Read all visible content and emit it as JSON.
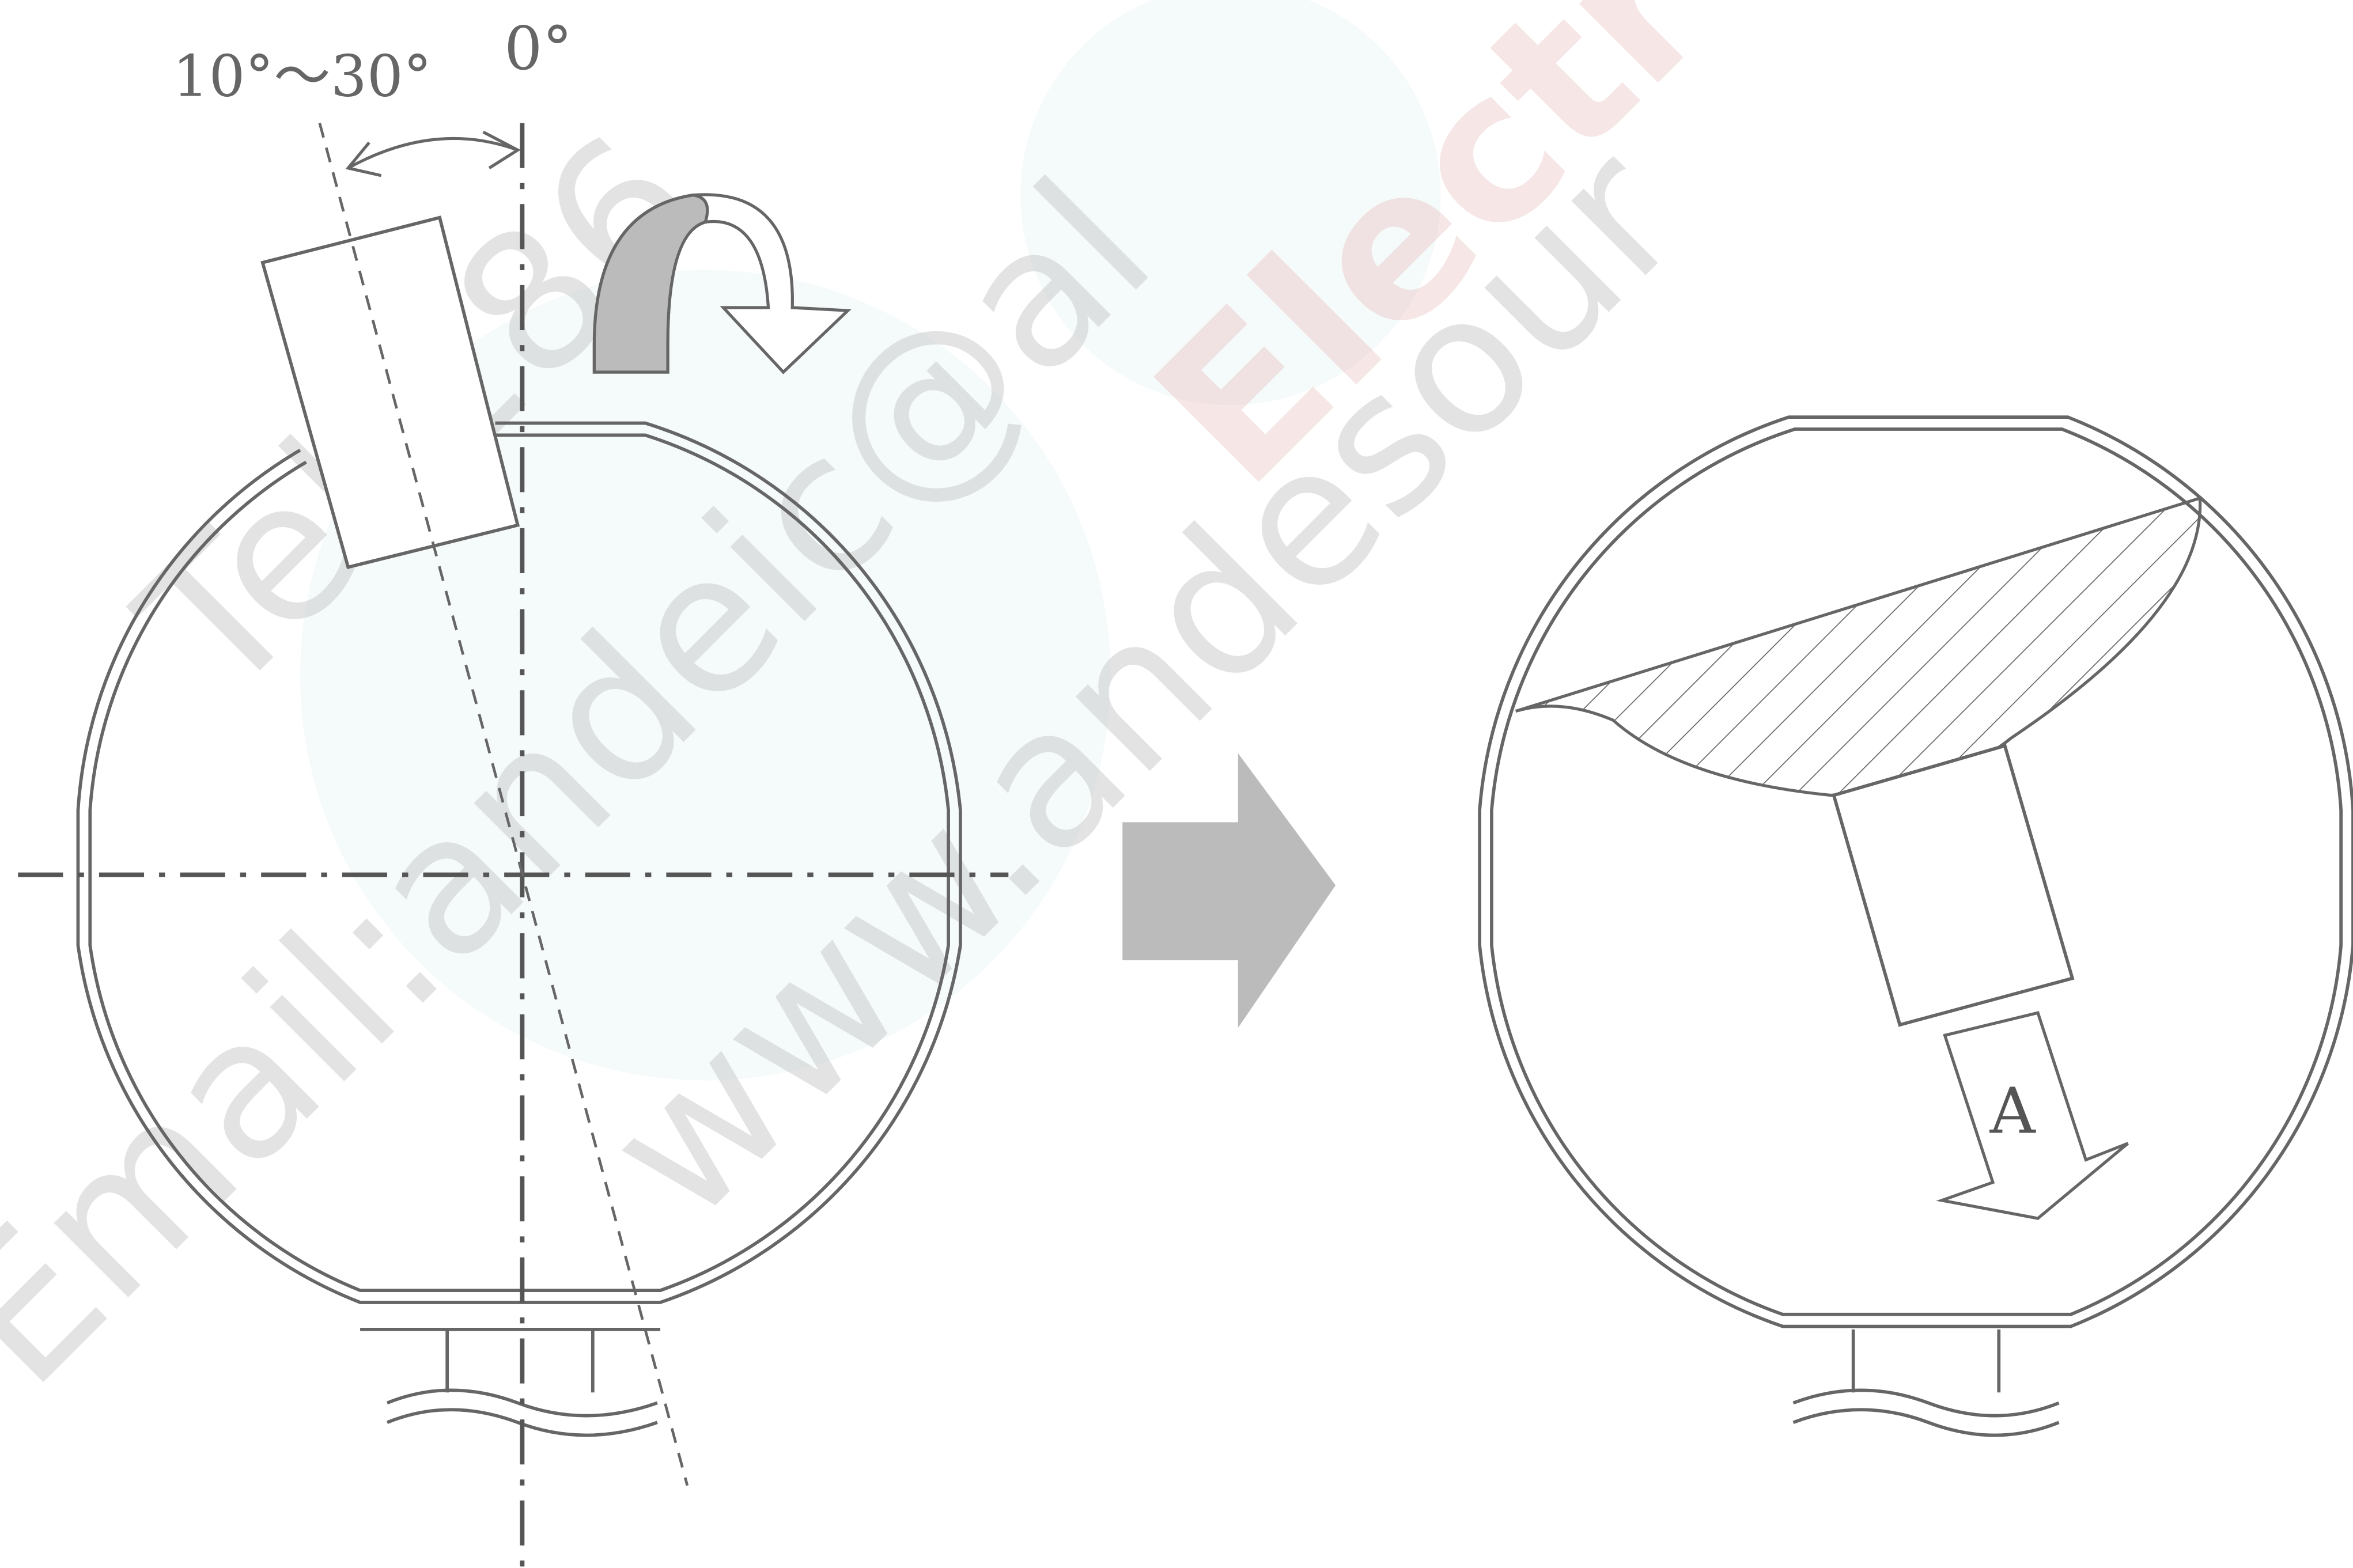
{
  "labels": {
    "angle_range": "10°～30°",
    "zero_angle": "0°",
    "arrow_a": "A"
  },
  "watermark": {
    "tel": "Tel:186",
    "email": "Email:andeic@al",
    "web": "www.andesour",
    "brand": "Electr"
  },
  "colors": {
    "line": "#666666",
    "arrow_fill": "#bbbbbb",
    "axis": "#555555"
  }
}
